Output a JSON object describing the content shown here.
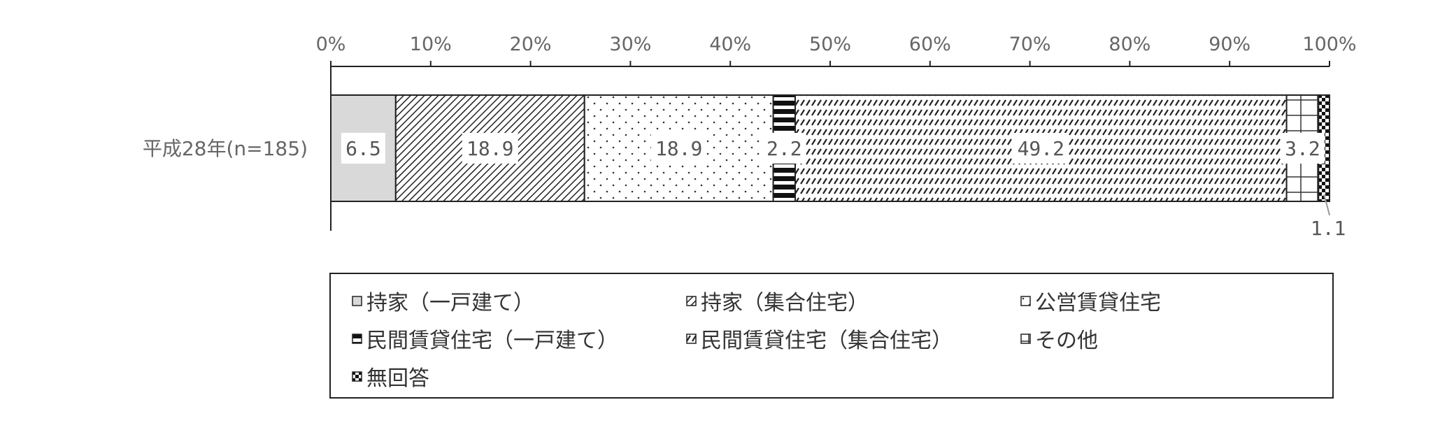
{
  "chart_data": {
    "type": "bar",
    "orientation": "horizontal",
    "stacked": "percent",
    "categories": [
      "平成28年(n=185)"
    ],
    "xlim": [
      0,
      100
    ],
    "x_ticks": [
      "0%",
      "10%",
      "20%",
      "30%",
      "40%",
      "50%",
      "60%",
      "70%",
      "80%",
      "90%",
      "100%"
    ],
    "series": [
      {
        "name": "持家（一戸建て）",
        "values": [
          6.5
        ],
        "label": "6.5",
        "pattern": "solid-gray",
        "color": "#d9d9d9"
      },
      {
        "name": "持家（集合住宅）",
        "values": [
          18.9
        ],
        "label": "18.9",
        "pattern": "dense-diagonal",
        "color": "#333333"
      },
      {
        "name": "公営賃貸住宅",
        "values": [
          18.9
        ],
        "label": "18.9",
        "pattern": "dots",
        "color": "#333333"
      },
      {
        "name": "民間賃貸住宅（一戸建て）",
        "values": [
          2.2
        ],
        "label": "2.2",
        "pattern": "horizontal-bars",
        "color": "#111111"
      },
      {
        "name": "民間賃貸住宅（集合住宅）",
        "values": [
          49.2
        ],
        "label": "49.2",
        "pattern": "dashed-diagonal",
        "color": "#333333"
      },
      {
        "name": "その他",
        "values": [
          3.2
        ],
        "label": "3.2",
        "pattern": "grid",
        "color": "#333333"
      },
      {
        "name": "無回答",
        "values": [
          1.1
        ],
        "label": "1.1",
        "pattern": "checker",
        "color": "#111111"
      }
    ],
    "legend": {
      "placement": "bottom",
      "columns": 3
    },
    "grid": false
  }
}
